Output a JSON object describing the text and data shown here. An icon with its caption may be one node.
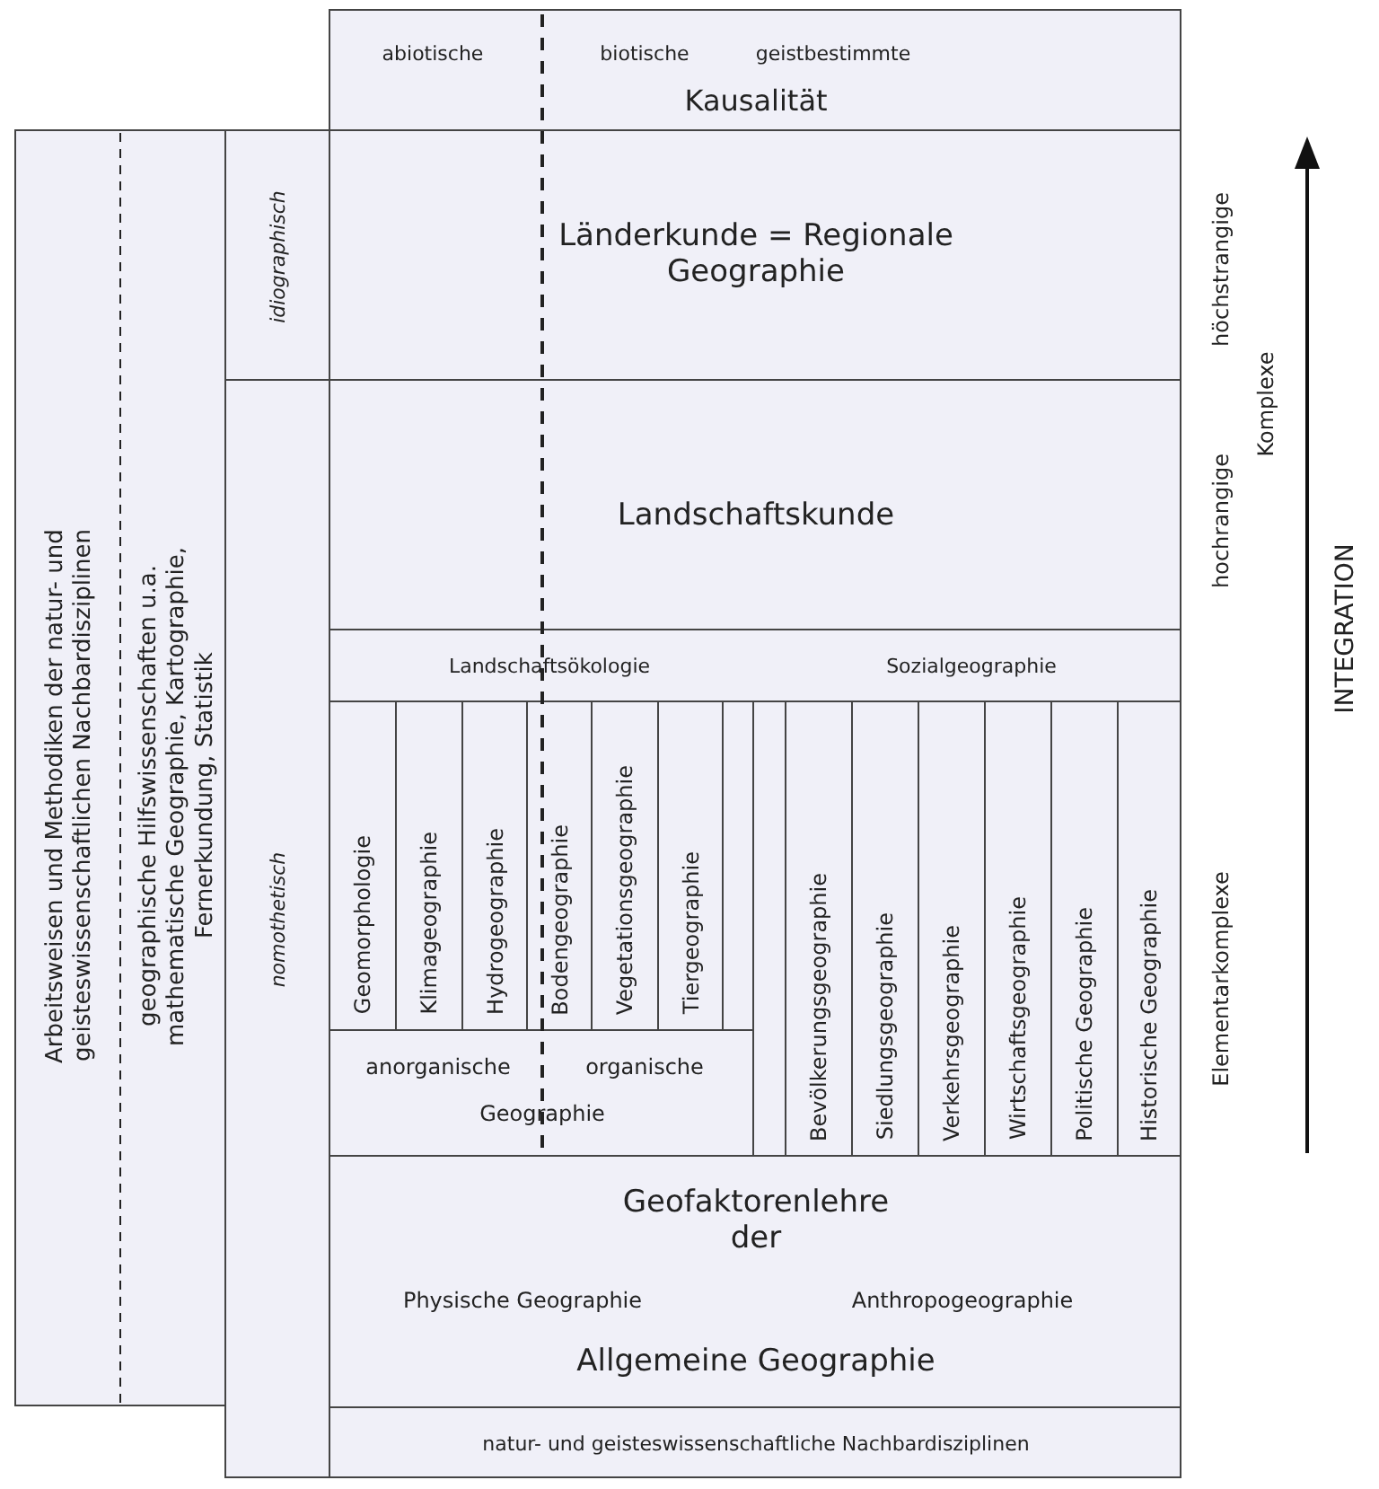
{
  "diagram": {
    "nodes": [
      {
        "text": [
          "abiotische",
          "biotische",
          "geistbestimmte",
          "Kausalität"
        ]
      },
      {
        "text": [
          "Länderkunde = Regionale Geographie"
        ]
      },
      {
        "text": [
          "Landschaftskunde"
        ]
      },
      {
        "text": [
          "Landschaftsökologie",
          "Sozialgeographie"
        ]
      },
      {
        "text": [
          "Geomorphologie"
        ]
      },
      {
        "text": [
          "Klimageographie"
        ]
      },
      {
        "text": [
          "Hydrogeographie"
        ]
      },
      {
        "text": [
          "Bodengeographie"
        ]
      },
      {
        "text": [
          "Vegetationsgeographie"
        ]
      },
      {
        "text": [
          "Tiergeographie"
        ]
      },
      {
        "text": [],
        "shape": "box"
      },
      {
        "text": [
          "anorganische",
          "organische",
          "Geographie"
        ]
      },
      {
        "text": [],
        "shape": "box"
      },
      {
        "text": [
          "Bevölkerungsgeographie"
        ]
      },
      {
        "text": [
          "Siedlungsgeographie"
        ]
      },
      {
        "text": [
          "Verkehrsgeographie"
        ]
      },
      {
        "text": [
          "Wirtschaftsgeographie"
        ]
      },
      {
        "text": [
          "Politische Geographie"
        ]
      },
      {
        "text": [
          "Historische Geographie"
        ]
      },
      {
        "text": [
          "Geofaktorenlehre der",
          "Physische Geographie",
          "Anthropogeographie",
          "Allgemeine Geographie"
        ]
      },
      {
        "text": [
          "natur- und geisteswissenschaftliche Nachbardisziplinen"
        ]
      },
      {
        "text": [
          "Arbeitsweisen und Methodiken der natur- und geisteswissenschaftlichen Nachbardisziplinen",
          "geographische Hilfswissenschaften u.a. mathematische Geographie, Kartographie, Fernerkundung, Statistik"
        ]
      },
      {
        "text": [
          "idiographisch"
        ]
      },
      {
        "text": [
          "nomothetisch"
        ]
      }
    ],
    "labels": [
      "höchstrangige",
      "Komplexe",
      "hochrangige",
      "INTEGRATION",
      "Elementarkomplexe"
    ]
  }
}
